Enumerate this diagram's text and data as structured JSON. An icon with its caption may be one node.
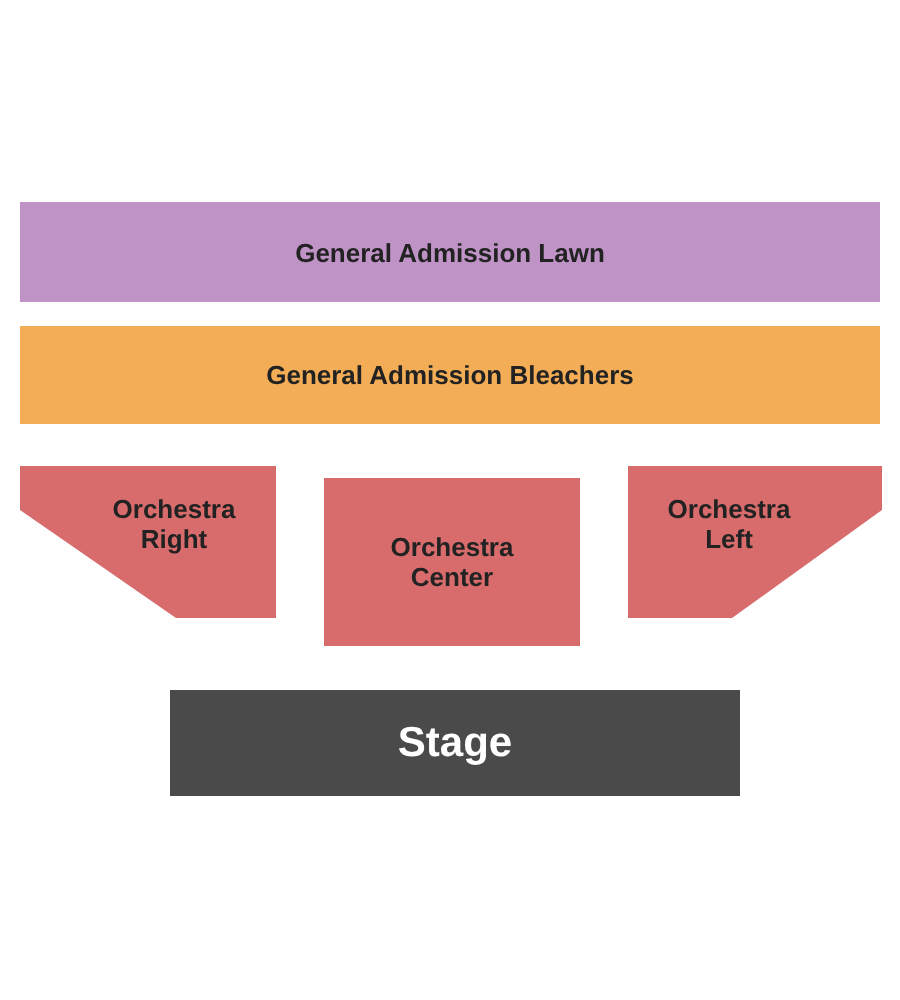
{
  "diagram": {
    "nodes": [
      {
        "text": [
          "General Admission Lawn"
        ]
      },
      {
        "text": [
          "General Admission Bleachers"
        ]
      },
      {
        "text": [
          "Orchestra Right"
        ]
      },
      {
        "text": [
          "Orchestra Center"
        ]
      },
      {
        "text": [
          "Orchestra Left"
        ]
      },
      {
        "text": [
          "Stage"
        ]
      }
    ]
  }
}
